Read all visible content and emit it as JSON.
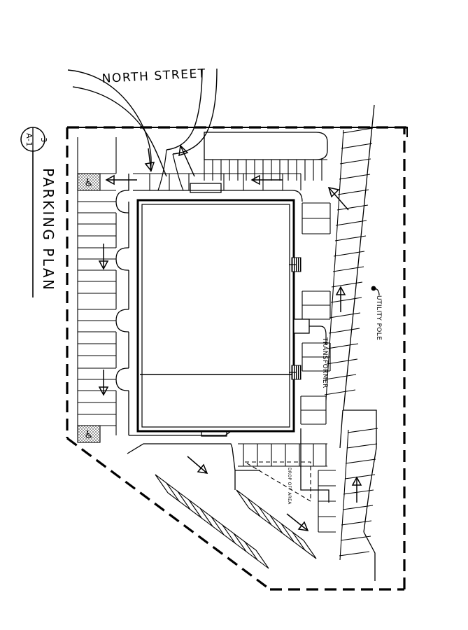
{
  "sheet": {
    "drawing_title": "PARKING PLAN",
    "detail_bubble": {
      "detail_number": "3",
      "sheet_number": "A-1"
    },
    "background_color": "#ffffff",
    "line_color": "#000000"
  },
  "labels": {
    "north_street": "NORTH STREET",
    "transformer": "TRANSFORMER",
    "utility_pole": "UTILITY POLE",
    "island_note": "DROP OFF AREA"
  },
  "site": {
    "property_line_style": "dashed",
    "building": {
      "name": "building-footprint",
      "fill": "#ffffff",
      "stroke": "#000000"
    },
    "accessible_stalls": [
      {
        "id": "hc-stall-north",
        "symbol": "wheelchair-icon"
      },
      {
        "id": "hc-stall-south",
        "symbol": "wheelchair-icon"
      }
    ],
    "direction_arrows": [
      {
        "id": "arrow-top-left",
        "direction": "left"
      },
      {
        "id": "arrow-top-right",
        "direction": "left"
      },
      {
        "id": "arrow-left-upper",
        "direction": "down"
      },
      {
        "id": "arrow-left-lower",
        "direction": "down"
      },
      {
        "id": "arrow-right-diagonal",
        "direction": "up-right"
      },
      {
        "id": "arrow-right-up",
        "direction": "up"
      },
      {
        "id": "arrow-bottom-left",
        "direction": "down-right"
      },
      {
        "id": "arrow-bottom-center",
        "direction": "down-right"
      },
      {
        "id": "arrow-bottom-right-up",
        "direction": "up"
      },
      {
        "id": "arrow-entry-north",
        "direction": "down"
      },
      {
        "id": "arrow-entry-north-2",
        "direction": "up-left"
      }
    ]
  }
}
